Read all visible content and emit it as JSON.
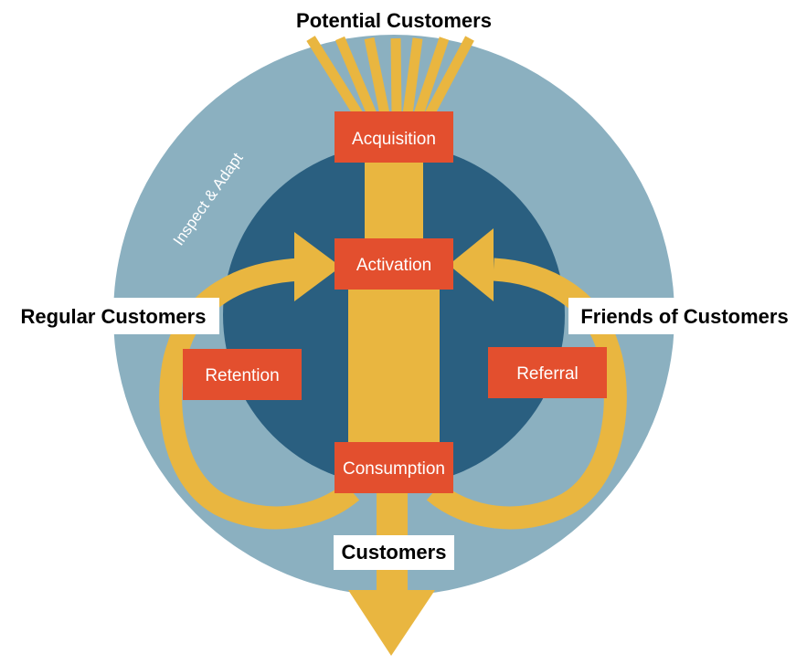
{
  "diagram": {
    "top_label": "Potential Customers",
    "left_label": "Regular Customers",
    "right_label": "Friends of Customers",
    "bottom_label": "Customers",
    "ring_label": "Inspect & Adapt",
    "stages": {
      "acquisition": "Acquisition",
      "activation": "Activation",
      "retention": "Retention",
      "referral": "Referral",
      "consumption": "Consumption"
    }
  },
  "colors": {
    "outer_ring": "#8BB0C0",
    "inner_circle": "#2A5F80",
    "flow": "#E9B640",
    "box": "#E34F2E",
    "box_text": "#FFFFFF",
    "label_bg": "#FFFFFF",
    "label_text": "#000000"
  }
}
